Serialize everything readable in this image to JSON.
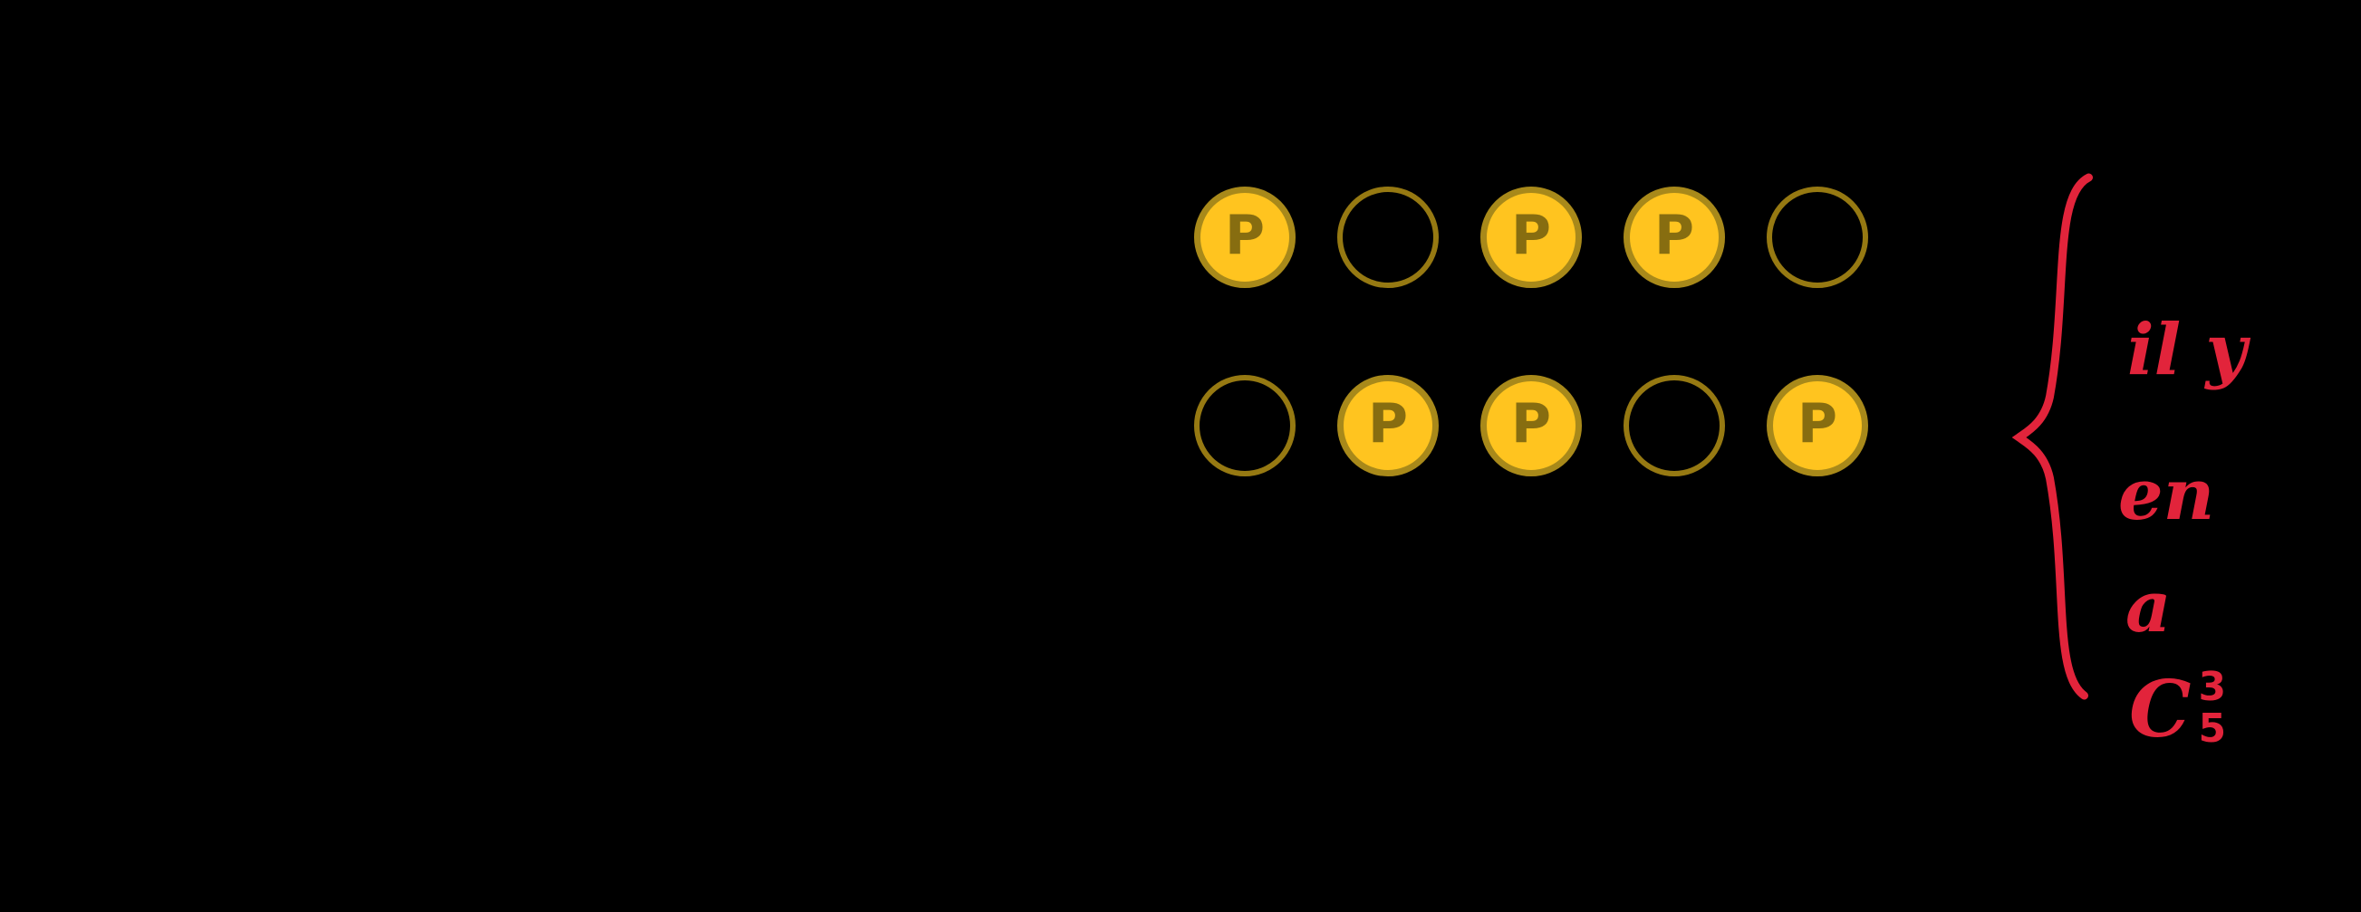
{
  "scene": {
    "background": "#000000"
  },
  "coins": {
    "letter": "P",
    "rows": [
      [
        "filled",
        "empty",
        "filled",
        "filled",
        "empty"
      ],
      [
        "empty",
        "filled",
        "filled",
        "empty",
        "filled"
      ]
    ],
    "colors": {
      "fill": "#FFC41F",
      "ring": "#A8891A",
      "ring_empty": "#967912",
      "letter": "#876D10"
    }
  },
  "annotation": {
    "color": "#E2243B",
    "lines": [
      "il y",
      "en",
      "a"
    ],
    "formula": {
      "base": "C",
      "superscript": "3",
      "subscript": "5"
    }
  }
}
